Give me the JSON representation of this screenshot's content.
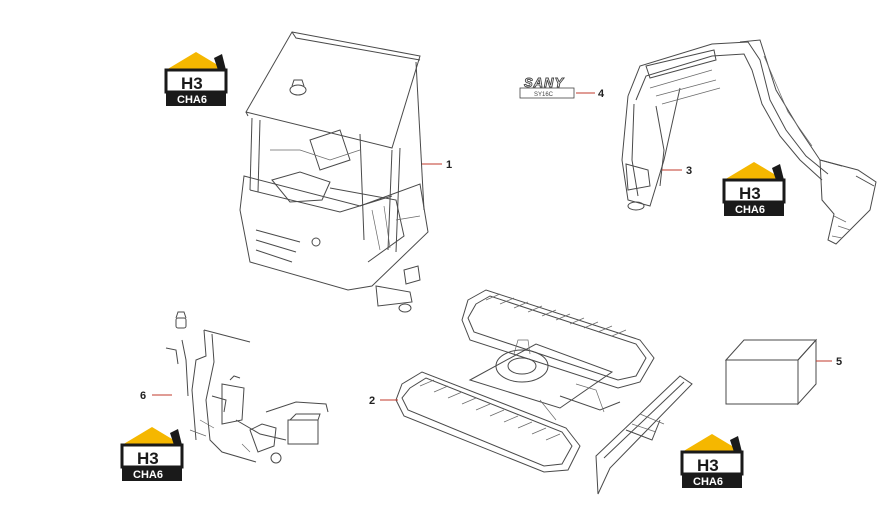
{
  "logo": {
    "top": "H3",
    "bottom": "CHA6",
    "accent": "#f5b700",
    "dark": "#1a1a1a"
  },
  "label_sany": {
    "brand": "SANY",
    "model": "SY16C"
  },
  "callouts": [
    "1",
    "2",
    "3",
    "4",
    "5",
    "6"
  ],
  "parts": [
    {
      "number": "1",
      "icon": "cab-canopy-icon"
    },
    {
      "number": "2",
      "icon": "undercarriage-track-icon"
    },
    {
      "number": "3",
      "icon": "boom-arm-bucket-icon"
    },
    {
      "number": "4",
      "icon": "model-decal-icon"
    },
    {
      "number": "5",
      "icon": "box-icon"
    },
    {
      "number": "6",
      "icon": "wiring-harness-icon"
    }
  ],
  "colors": {
    "callout_line": "#c0392b",
    "drawing": "#4a4a4a"
  }
}
